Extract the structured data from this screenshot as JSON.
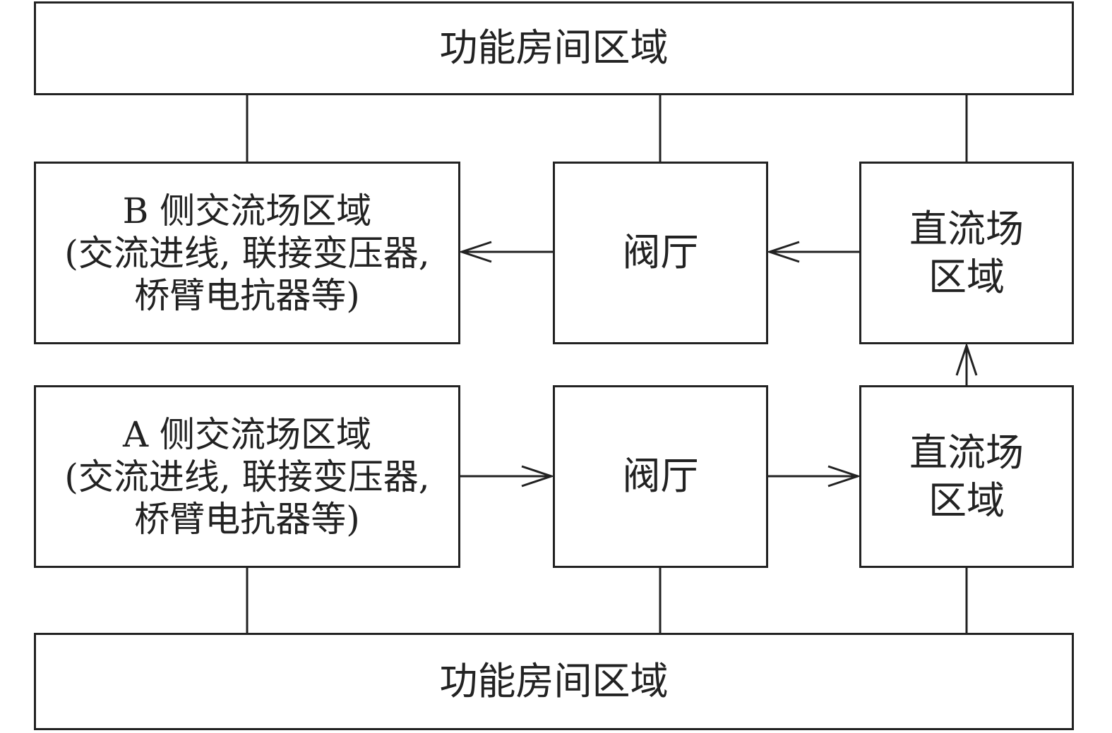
{
  "top_region": {
    "label": "功能房间区域"
  },
  "bottom_region": {
    "label": "功能房间区域"
  },
  "ac_side_b": {
    "line1": "B 侧交流场区域",
    "line2": "(交流进线, 联接变压器,",
    "line3": "桥臂电抗器等)"
  },
  "ac_side_a": {
    "line1": "A 侧交流场区域",
    "line2": "(交流进线, 联接变压器,",
    "line3": "桥臂电抗器等)"
  },
  "valve_hall_upper": {
    "label": "阀厅"
  },
  "valve_hall_lower": {
    "label": "阀厅"
  },
  "dc_field_upper": {
    "line1": "直流场",
    "line2": "区域"
  },
  "dc_field_lower": {
    "line1": "直流场",
    "line2": "区域"
  },
  "colors": {
    "stroke": "#222222",
    "background": "#ffffff"
  }
}
